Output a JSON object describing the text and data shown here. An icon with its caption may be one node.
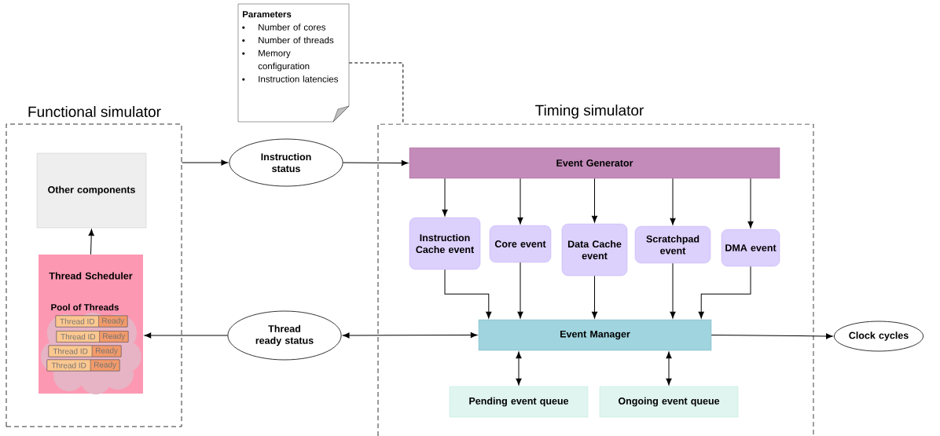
{
  "diagram": {
    "nodes": [
      {
        "text": [
          "Functional simulator"
        ]
      },
      {
        "text": [
          "Other components"
        ],
        "in": 0
      },
      {
        "text": [
          "Thread Scheduler",
          "Pool of Threads"
        ],
        "in": 0
      },
      {
        "text": [
          "Thread ID",
          "Ready"
        ],
        "in": 2
      },
      {
        "text": [
          "Thread ID",
          "Ready"
        ],
        "in": 2
      },
      {
        "text": [
          "Thread ID",
          "Ready"
        ],
        "in": 2
      },
      {
        "text": [
          "Thread ID",
          "Ready"
        ],
        "in": 2
      },
      {
        "text": [
          "Parameters",
          "Number of cores",
          "Number of threads",
          "Memory configuration",
          "Instruction latencies"
        ]
      },
      {
        "text": [
          "Timing simulator"
        ]
      },
      {
        "text": [
          "Instruction status"
        ]
      },
      {
        "text": [
          "Thread ready status"
        ]
      },
      {
        "text": [
          "Event Generator"
        ],
        "in": 8
      },
      {
        "text": [
          "Instruction Cache event"
        ],
        "in": 8
      },
      {
        "text": [
          "Core event"
        ],
        "in": 8
      },
      {
        "text": [
          "Data Cache event"
        ],
        "in": 8
      },
      {
        "text": [
          "Scratchpad event"
        ],
        "in": 8
      },
      {
        "text": [
          "DMA event"
        ],
        "in": 8
      },
      {
        "text": [
          "Event Manager"
        ],
        "in": 8
      },
      {
        "text": [
          "Pending event queue"
        ],
        "in": 8
      },
      {
        "text": [
          "Ongoing event queue"
        ],
        "in": 8
      },
      {
        "text": [
          "Clock cycles"
        ]
      }
    ],
    "edges": [
      {
        "from": 0,
        "to": 9,
        "arrow": "to"
      },
      {
        "from": 9,
        "to": 11,
        "arrow": "to"
      },
      {
        "from": 11,
        "to": 12,
        "arrow": "to"
      },
      {
        "from": 11,
        "to": 13,
        "arrow": "to"
      },
      {
        "from": 11,
        "to": 14,
        "arrow": "to"
      },
      {
        "from": 11,
        "to": 15,
        "arrow": "to"
      },
      {
        "from": 11,
        "to": 16,
        "arrow": "to"
      },
      {
        "from": 12,
        "to": 17,
        "arrow": "to"
      },
      {
        "from": 13,
        "to": 17,
        "arrow": "to"
      },
      {
        "from": 14,
        "to": 17,
        "arrow": "to"
      },
      {
        "from": 15,
        "to": 17,
        "arrow": "to"
      },
      {
        "from": 16,
        "to": 17,
        "arrow": "to"
      },
      {
        "from": 10,
        "to": 17,
        "arrow": "both"
      },
      {
        "from": 10,
        "to": 2,
        "arrow": "to"
      },
      {
        "from": 2,
        "to": 1,
        "arrow": "to"
      },
      {
        "from": 17,
        "to": 18,
        "arrow": "both"
      },
      {
        "from": 17,
        "to": 19,
        "arrow": "both"
      },
      {
        "from": 17,
        "to": 20,
        "arrow": "to"
      },
      {
        "from": 7,
        "to": 8,
        "arrow": "none",
        "style": "dashed"
      }
    ]
  }
}
